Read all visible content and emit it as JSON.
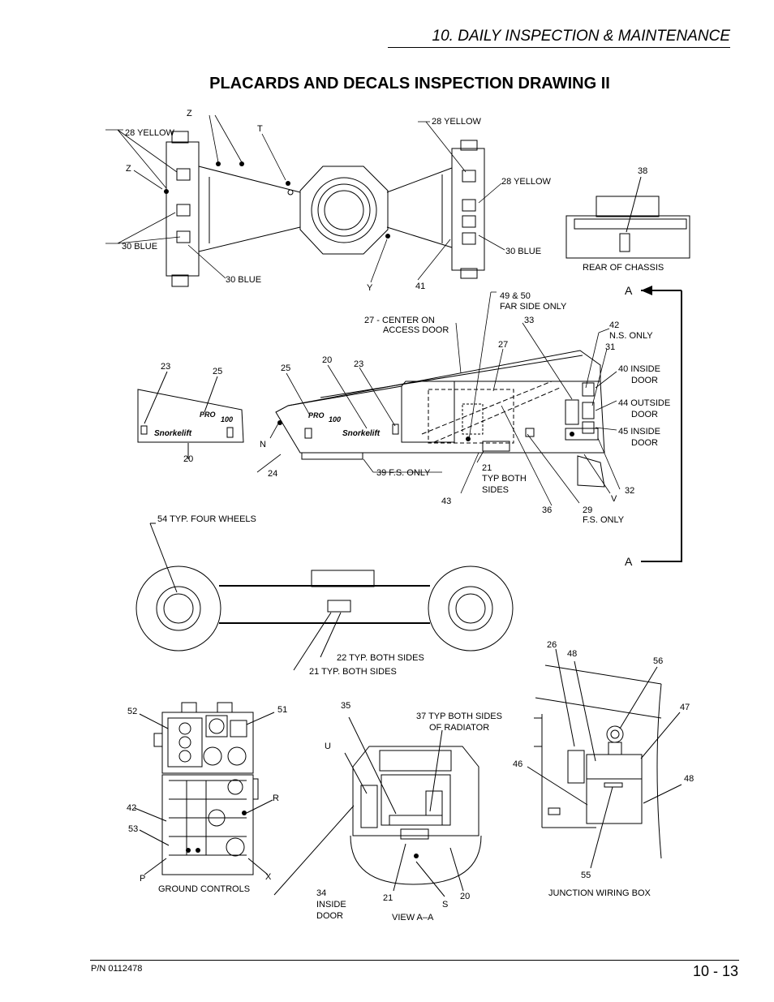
{
  "header": {
    "section": "10. DAILY INSPECTION & MAINTENANCE",
    "title": "PLACARDS AND DECALS INSPECTION DRAWING II"
  },
  "footer": {
    "part_number": "P/N 0112478",
    "page": "10 - 13"
  },
  "top_view": {
    "l28a": "28 YELLOW",
    "z1": "Z",
    "t": "T",
    "l28b": "28 YELLOW",
    "l28c": "28 YELLOW",
    "z2": "Z",
    "l30a": "30 BLUE",
    "l30b": "30 BLUE",
    "l30c": "30 BLUE",
    "y": "Y",
    "n41": "41"
  },
  "rear_chassis": {
    "n38": "38",
    "caption": "REAR OF CHASSIS"
  },
  "side_view": {
    "a_top": "A",
    "a_bottom": "A",
    "n4950": "49 & 50",
    "far_side": "FAR SIDE ONLY",
    "c27a": "27 - CENTER ON",
    "c27b": "ACCESS DOOR",
    "n33": "33",
    "n27": "27",
    "n42": "42",
    "ns_only": "N.S. ONLY",
    "n31": "31",
    "n40": "40 INSIDE",
    "n40b": "DOOR",
    "n44": "44 OUTSIDE",
    "n44b": "DOOR",
    "n45": "45 INSIDE",
    "n45b": "DOOR",
    "n25": "25",
    "n20": "20",
    "n23": "23",
    "n_n": "N",
    "n24": "24",
    "n39": "39 F.S. ONLY",
    "n21": "21",
    "typ_both": "TYP BOTH",
    "sides": "SIDES",
    "n43": "43",
    "n36": "36",
    "n29": "29",
    "fs_only": "F.S. ONLY",
    "v": "V",
    "n32": "32",
    "logo": "Snorkelift",
    "pro": "PRO",
    "pro100": "100"
  },
  "inset_placard": {
    "n23": "23",
    "n25": "25",
    "n20": "20",
    "logo": "Snorkelift",
    "pro": "PRO",
    "pro100": "100"
  },
  "wheels_view": {
    "n54": "54 TYP. FOUR WHEELS",
    "n22": "22 TYP. BOTH SIDES",
    "n21": "21 TYP. BOTH SIDES"
  },
  "ground_controls": {
    "n52": "52",
    "n51": "51",
    "n42": "42",
    "n53": "53",
    "r": "R",
    "p": "P",
    "x": "X",
    "caption": "GROUND CONTROLS"
  },
  "view_aa": {
    "n35": "35",
    "n37": "37 TYP BOTH SIDES",
    "n37b": "OF RADIATOR",
    "u": "U",
    "n34": "34",
    "inside": "INSIDE",
    "door": "DOOR",
    "n21": "21",
    "s": "S",
    "n20": "20",
    "caption": "VIEW A–A"
  },
  "junction_box": {
    "n26": "26",
    "n48a": "48",
    "n56": "56",
    "n47": "47",
    "n46": "46",
    "n48b": "48",
    "n55": "55",
    "caption": "JUNCTION WIRING BOX"
  }
}
